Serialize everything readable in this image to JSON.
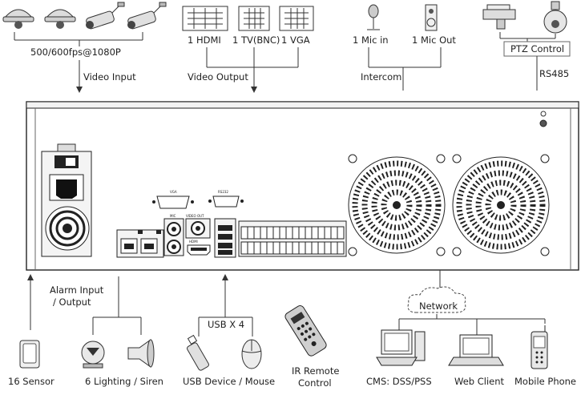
{
  "top": {
    "cameras_label": "500/600fps@1080P",
    "video_input": "Video Input",
    "hdmi": "1 HDMI",
    "tv_bnc": "1 TV(BNC)",
    "vga": "1 VGA",
    "video_output": "Video Output",
    "mic_in": "1 Mic in",
    "mic_out": "1 Mic Out",
    "intercom": "Intercom",
    "ptz_control": "PTZ Control",
    "rs485": "RS485"
  },
  "panel": {
    "vga_port": "VGA",
    "rs232_port": "RS232",
    "mic_port": "MIC",
    "video_out_port": "VIDEO OUT",
    "hdmi_port": "HDMI"
  },
  "bottom": {
    "alarm_io": "Alarm Input\n/ Output",
    "alarm_io_line1": "Alarm Input",
    "alarm_io_line2": "/ Output",
    "sensor": "16 Sensor",
    "lighting_siren": "6 Lighting / Siren",
    "usb_x4": "USB X 4",
    "usb_mouse": "USB Device / Mouse",
    "ir_remote_line1": "IR Remote",
    "ir_remote_line2": "Control",
    "network": "Network",
    "cms": "CMS: DSS/PSS",
    "web_client": "Web Client",
    "mobile_phone": "Mobile Phone"
  }
}
